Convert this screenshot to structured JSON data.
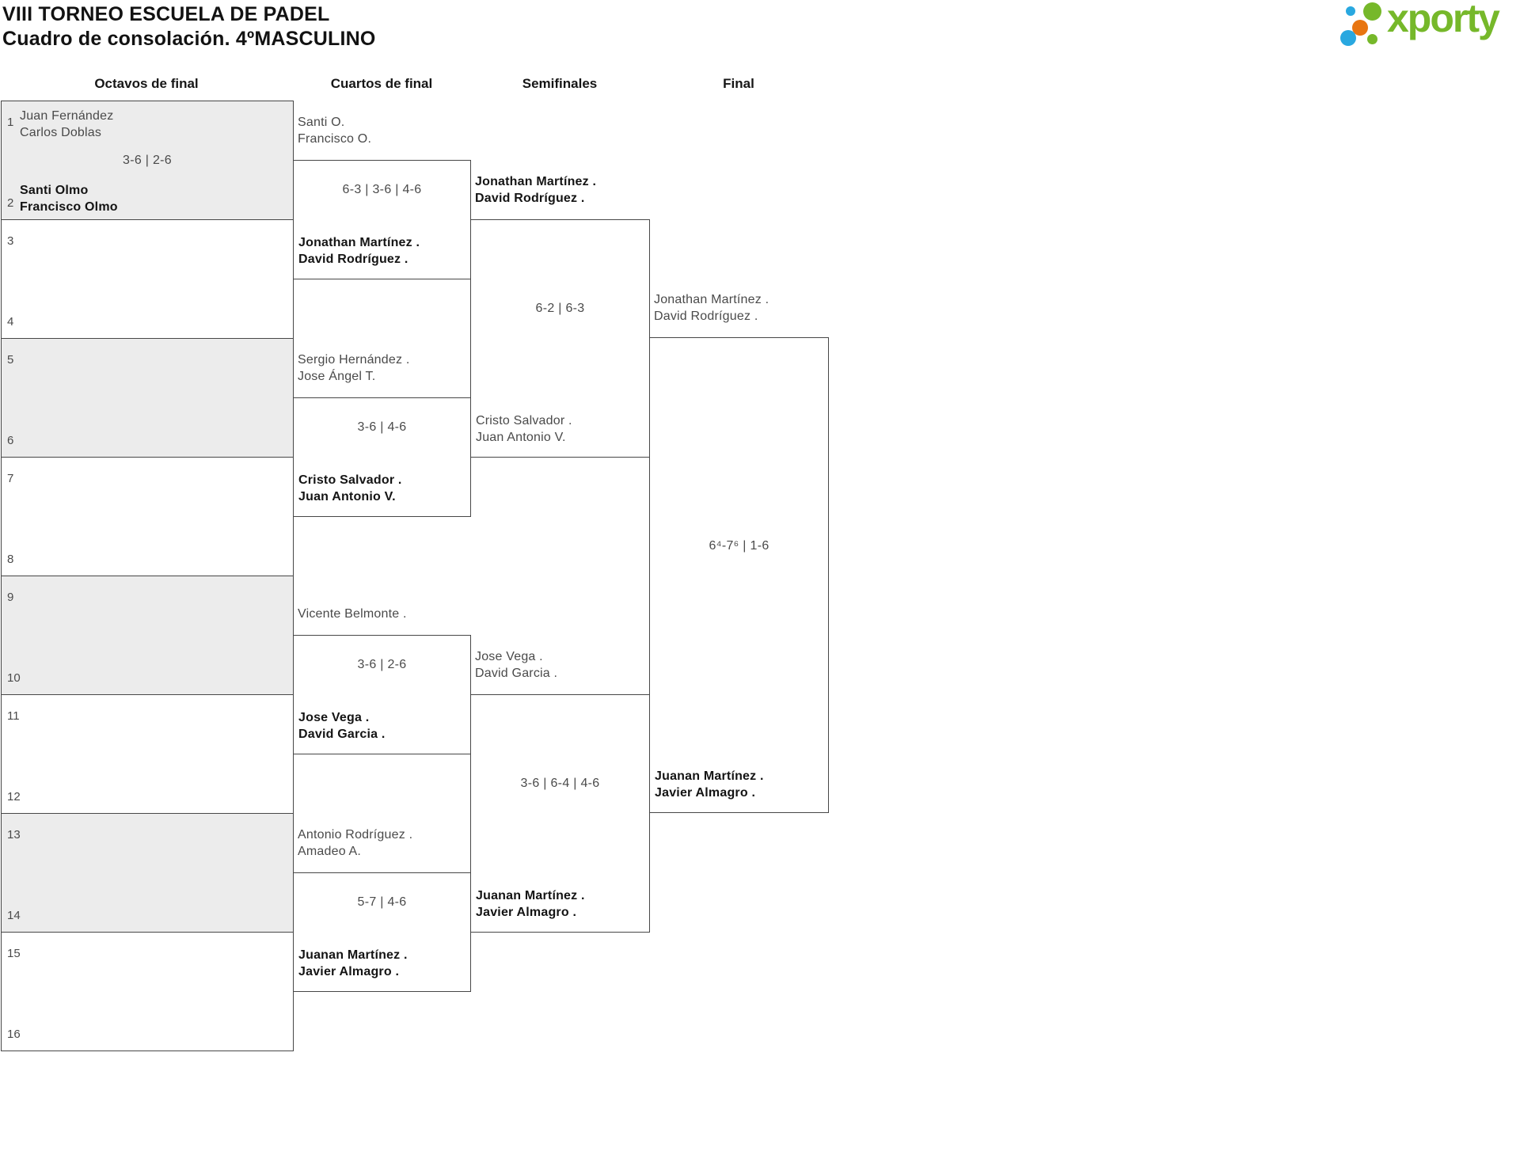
{
  "header": {
    "title_line1": "VIII TORNEO ESCUELA DE PADEL",
    "title_line2": "Cuadro de consolación. 4ºMASCULINO"
  },
  "logo": {
    "brand": "xporty",
    "colors": {
      "green": "#76b82a",
      "blue": "#29a8e0",
      "orange": "#e87511"
    }
  },
  "round_headers": [
    "Octavos de final",
    "Cuartos de final",
    "Semifinales",
    "Final"
  ],
  "octavos": {
    "slot_numbers": [
      "1",
      "2",
      "3",
      "4",
      "5",
      "6",
      "7",
      "8",
      "9",
      "10",
      "11",
      "12",
      "13",
      "14",
      "15",
      "16"
    ],
    "match_1": {
      "team_top": [
        "Juan Fernández",
        "Carlos Doblas"
      ],
      "score": "3-6 | 2-6",
      "team_bottom": [
        "Santi Olmo",
        "Francisco Olmo"
      ],
      "winner": "bottom"
    }
  },
  "cuartos": [
    {
      "team_top": [
        "Santi O.",
        "Francisco O."
      ],
      "score": "6-3 | 3-6 | 4-6",
      "team_bottom": [
        "Jonathan Martínez .",
        "David Rodríguez ."
      ],
      "winner": "bottom"
    },
    {
      "team_top": [
        "Sergio Hernández .",
        "Jose Ángel T."
      ],
      "score": "3-6 | 4-6",
      "team_bottom": [
        "Cristo Salvador .",
        "Juan Antonio V."
      ],
      "winner": "bottom"
    },
    {
      "team_top": [
        "Vicente Belmonte ."
      ],
      "score": "3-6 | 2-6",
      "team_bottom": [
        "Jose Vega .",
        "David Garcia ."
      ],
      "winner": "bottom"
    },
    {
      "team_top": [
        "Antonio Rodríguez .",
        "Amadeo A."
      ],
      "score": "5-7 | 4-6",
      "team_bottom": [
        "Juanan Martínez .",
        "Javier Almagro ."
      ],
      "winner": "bottom"
    }
  ],
  "semifinales": [
    {
      "team_top": [
        "Jonathan Martínez .",
        "David Rodríguez ."
      ],
      "score": "6-2 | 6-3",
      "team_bottom": [
        "Cristo Salvador .",
        "Juan Antonio V."
      ],
      "winner": "top"
    },
    {
      "team_top": [
        "Jose Vega .",
        "David Garcia ."
      ],
      "score": "3-6 | 6-4 | 4-6",
      "team_bottom": [
        "Juanan Martínez .",
        "Javier Almagro ."
      ],
      "winner": "bottom"
    }
  ],
  "final": {
    "team_top": [
      "Jonathan Martínez .",
      "David Rodríguez ."
    ],
    "score": "6⁴-7⁶ | 1-6",
    "team_bottom": [
      "Juanan Martínez .",
      "Javier Almagro ."
    ],
    "winner": "bottom"
  }
}
